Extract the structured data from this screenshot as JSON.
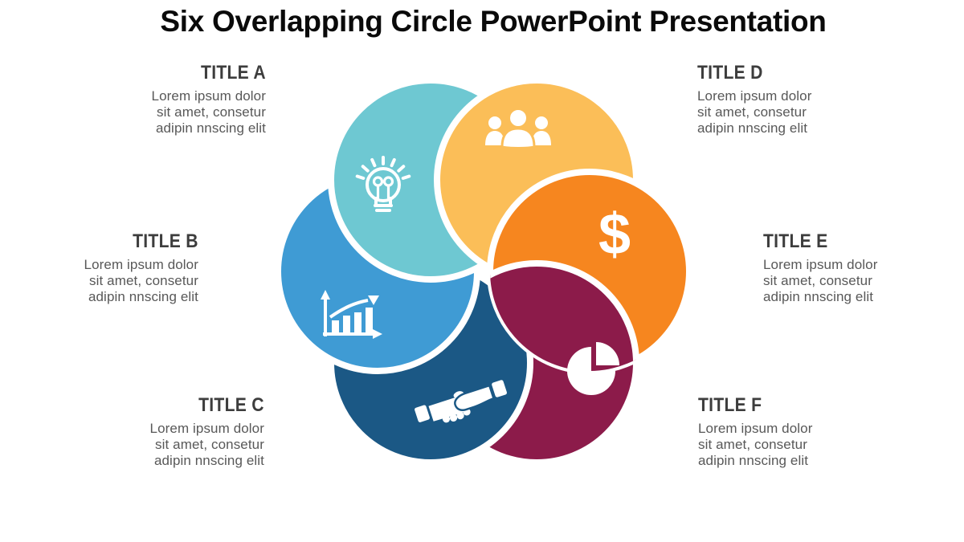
{
  "slide": {
    "title": "Six Overlapping Circle PowerPoint Presentation"
  },
  "blocks": [
    {
      "label": "TITLE A",
      "lines": [
        "Lorem ipsum dolor",
        "sit amet, consetur",
        "adipin nnscing elit"
      ]
    },
    {
      "label": "TITLE B",
      "lines": [
        "Lorem ipsum dolor",
        "sit amet, consetur",
        "adipin nnscing elit"
      ]
    },
    {
      "label": "TITLE C",
      "lines": [
        "Lorem ipsum dolor",
        "sit amet, consetur",
        "adipin nnscing elit"
      ]
    },
    {
      "label": "TITLE D",
      "lines": [
        "Lorem ipsum dolor",
        "sit amet, consetur",
        "adipin nnscing elit"
      ]
    },
    {
      "label": "TITLE E",
      "lines": [
        "Lorem ipsum dolor",
        "sit amet, consetur",
        "adipin nnscing elit"
      ]
    },
    {
      "label": "TITLE F",
      "lines": [
        "Lorem ipsum dolor",
        "sit amet, consetur",
        "adipin nnscing elit"
      ]
    }
  ],
  "diagram": {
    "outline_color": "#ffffff",
    "segments": [
      {
        "id": "teal",
        "color": "#6EC8D2",
        "icon": "lightbulb-icon"
      },
      {
        "id": "amber",
        "color": "#FBBE58",
        "icon": "people-icon"
      },
      {
        "id": "orange",
        "color": "#F6861F",
        "icon": "dollar-icon",
        "dollar_glyph": "$"
      },
      {
        "id": "maroon",
        "color": "#8C1B4A",
        "icon": "pie-chart-icon"
      },
      {
        "id": "navy",
        "color": "#1B5885",
        "icon": "handshake-icon"
      },
      {
        "id": "blue",
        "color": "#3F9BD4",
        "icon": "bar-chart-icon"
      }
    ]
  }
}
